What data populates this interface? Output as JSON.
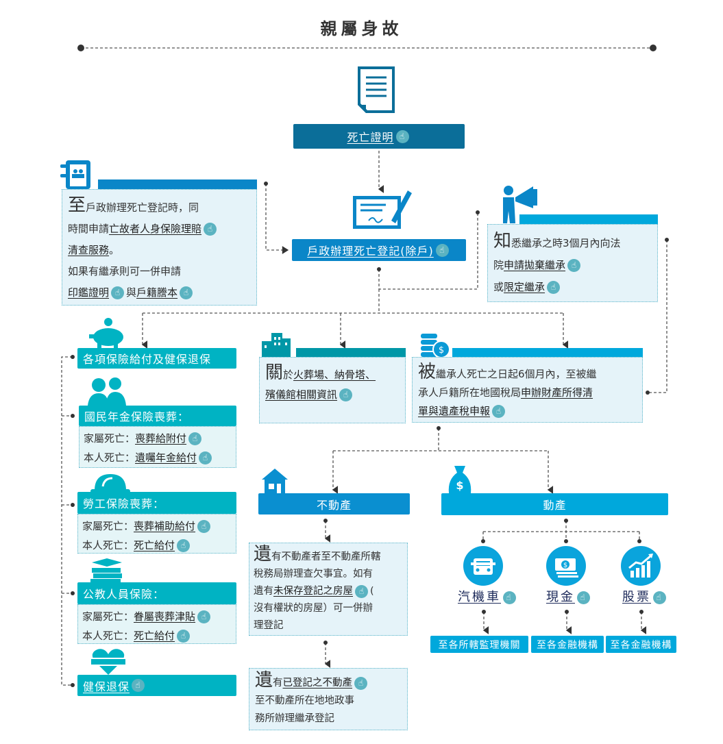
{
  "title": "親屬身故",
  "colors": {
    "dark_teal": "#0b6e99",
    "blue": "#0a86c8",
    "teal": "#00b3c3",
    "sky": "#00a8dc"
  },
  "death_certificate": {
    "label": "死亡證明"
  },
  "household_registration": {
    "label": "戶政辦理死亡登記(除戶)"
  },
  "left_info": {
    "lines": [
      [
        {
          "t": "至",
          "big": true
        },
        {
          "t": "戶政辦理死亡登記時，同"
        }
      ],
      [
        {
          "t": "時間申請"
        },
        {
          "t": "亡故者人身保險理賠",
          "link": true
        }
      ],
      [
        {
          "t": "清查服務",
          "link": true,
          "nohand": true
        },
        {
          "t": "。"
        }
      ],
      [
        {
          "t": "如果有繼承則可一併申請"
        }
      ],
      [
        {
          "t": "印鑑證明",
          "link": true
        },
        {
          "t": "與"
        },
        {
          "t": "戶籍謄本",
          "link": true
        }
      ]
    ]
  },
  "right_info": {
    "lines": [
      [
        {
          "t": "知",
          "big": true
        },
        {
          "t": "悉繼承之時3個月內向法"
        }
      ],
      [
        {
          "t": "院"
        },
        {
          "t": "申請拋棄繼承",
          "link": true
        }
      ],
      [
        {
          "t": "或"
        },
        {
          "t": "限定繼承",
          "link": true
        }
      ]
    ]
  },
  "funeral_info": {
    "lines": [
      [
        {
          "t": "關",
          "big": true
        },
        {
          "t": "於"
        },
        {
          "t": "火葬場、納骨塔、",
          "link": true,
          "nohand": true
        }
      ],
      [
        {
          "t": "殯儀館相關資訊",
          "link": true
        }
      ]
    ]
  },
  "tax_info": {
    "lines": [
      [
        {
          "t": "被",
          "big": true
        },
        {
          "t": "繼承人死亡之日起6個月內，至被繼"
        }
      ],
      [
        {
          "t": "承人戶籍所在地國稅局"
        },
        {
          "t": "申辦財產所得清",
          "link": true,
          "nohand": true
        }
      ],
      [
        {
          "t": "單與遺產稅申報",
          "link": true
        }
      ]
    ]
  },
  "insurance": {
    "main_label": "各項保險給付及健保退保",
    "national_pension": {
      "title": "國民年金保險喪葬：",
      "rows": [
        [
          {
            "t": "家屬死亡："
          },
          {
            "t": "喪葬給附付",
            "link": true
          }
        ],
        [
          {
            "t": "本人死亡："
          },
          {
            "t": "遺囑年金給付",
            "link": true
          }
        ]
      ]
    },
    "labor": {
      "title": "勞工保險喪葬：",
      "rows": [
        [
          {
            "t": "家屬死亡："
          },
          {
            "t": "喪葬補助給付",
            "link": true
          }
        ],
        [
          {
            "t": "本人死亡："
          },
          {
            "t": "死亡給付",
            "link": true
          }
        ]
      ]
    },
    "civil_servant": {
      "title": "公教人員保險：",
      "rows": [
        [
          {
            "t": "家屬死亡："
          },
          {
            "t": "眷屬喪葬津貼",
            "link": true
          }
        ],
        [
          {
            "t": "本人死亡："
          },
          {
            "t": "死亡給付",
            "link": true
          }
        ]
      ]
    },
    "nhi_withdraw": {
      "label": "健保退保"
    }
  },
  "real_estate": {
    "label": "不動產",
    "box1": {
      "lines": [
        [
          {
            "t": "遺",
            "big": true
          },
          {
            "t": "有不動產者至不動產所轄"
          }
        ],
        [
          {
            "t": "稅務局辦理查欠事宜。如有"
          }
        ],
        [
          {
            "t": "遺有"
          },
          {
            "t": "未保存登記之房屋",
            "link": true
          },
          {
            "t": "("
          }
        ],
        [
          {
            "t": "沒有權狀的房屋）可一併辦"
          }
        ],
        [
          {
            "t": "理登記"
          }
        ]
      ]
    },
    "box2": {
      "lines": [
        [
          {
            "t": "遺",
            "big": true
          },
          {
            "t": "有"
          },
          {
            "t": "已登記之不動產",
            "link": true
          }
        ],
        [
          {
            "t": "至不動產所在地地政事"
          }
        ],
        [
          {
            "t": "務所辦理繼承登記"
          }
        ]
      ]
    }
  },
  "movable_property": {
    "label": "動產",
    "items": [
      {
        "label": "汽機車",
        "icon": "car-icon",
        "dest": "至各所轄監理機關"
      },
      {
        "label": "現金",
        "icon": "cash-icon",
        "dest": "至各金融機構"
      },
      {
        "label": "股票",
        "icon": "stock-chart-icon",
        "dest": "至各金融機構"
      }
    ]
  }
}
